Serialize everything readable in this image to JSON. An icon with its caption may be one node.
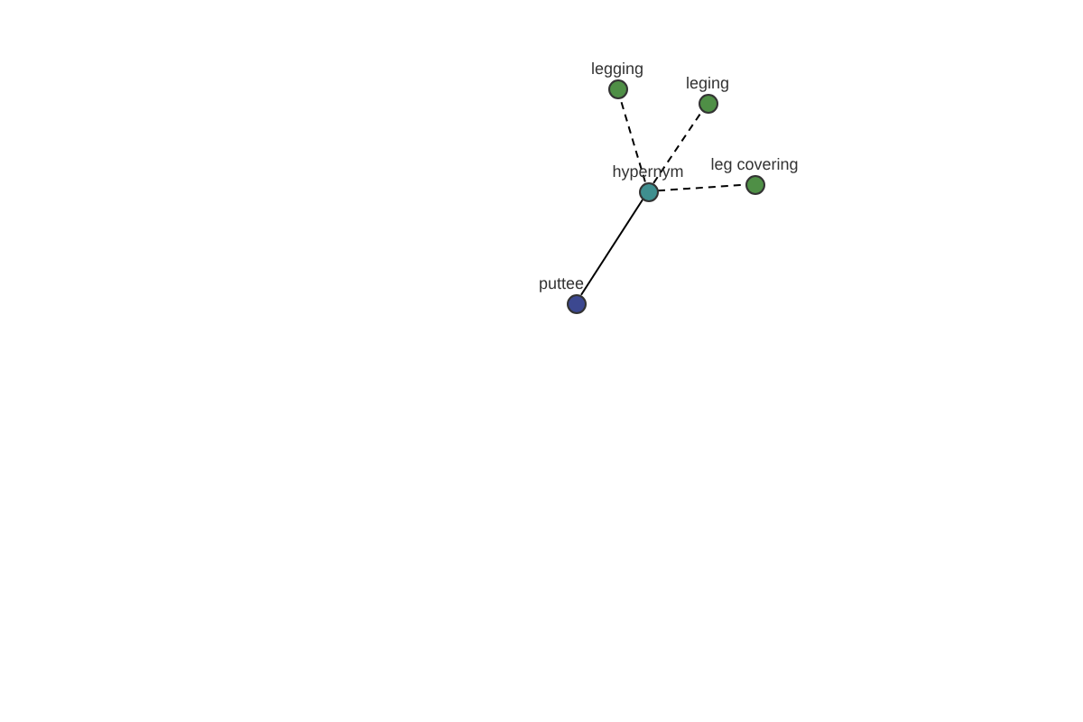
{
  "diagram": {
    "nodes": [
      {
        "text": [
          "legging"
        ]
      },
      {
        "text": [
          "leging"
        ]
      },
      {
        "text": [
          "hypernym"
        ]
      },
      {
        "text": [
          "leg covering"
        ]
      },
      {
        "text": [
          "puttee"
        ]
      }
    ],
    "edges": [
      {
        "from": 2,
        "to": 0,
        "arrow": "none",
        "style": "dashed"
      },
      {
        "from": 2,
        "to": 1,
        "arrow": "none",
        "style": "dashed"
      },
      {
        "from": 2,
        "to": 3,
        "arrow": "none",
        "style": "dashed"
      },
      {
        "from": 2,
        "to": 4,
        "arrow": "none"
      }
    ]
  }
}
